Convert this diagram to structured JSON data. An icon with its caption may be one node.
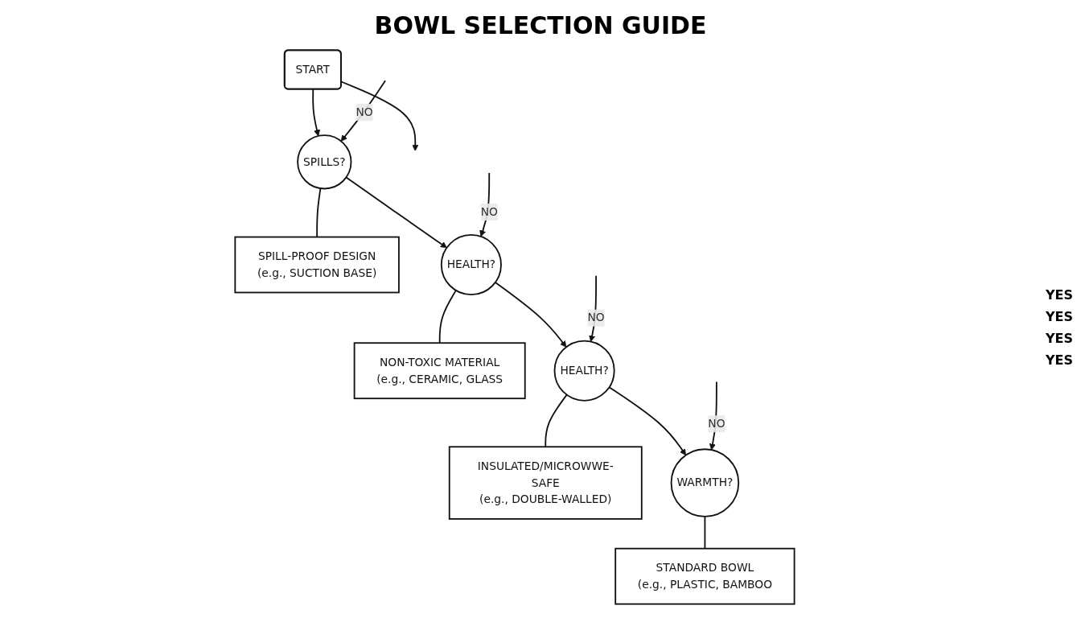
{
  "diagram": {
    "title": "BOWL SELECTION GUIDE",
    "nodes": [
      {
        "text": [
          "START"
        ]
      },
      {
        "text": [
          "SPILLS?"
        ]
      },
      {
        "text": [
          "SPILL-PROOF DESIGN",
          "(e.g., SUCTION BASE)"
        ]
      },
      {
        "text": [
          "HEALTH?"
        ]
      },
      {
        "text": [
          "NON-TOXIC MATERIAL",
          "(e.g., CERAMIC, GLASS"
        ]
      },
      {
        "text": [
          "HEALTH?"
        ]
      },
      {
        "text": [
          "INSULATED/MICROWWE-SAFE",
          "(e.g., DOUBLE-WALLED)"
        ]
      },
      {
        "text": [
          "WARMTH?"
        ]
      },
      {
        "text": [
          "STANDARD BOWL",
          "(e.g., PLASTIC, BAMBOO"
        ]
      }
    ],
    "edges": [
      {
        "from": 0,
        "to": 1,
        "arrow": "to"
      },
      {
        "from": 0,
        "to": null,
        "arrow": "to"
      },
      {
        "from": 1,
        "to": 2,
        "arrow": "none"
      },
      {
        "from": 1,
        "to": 3,
        "arrow": "to"
      },
      {
        "from": null,
        "to": 1,
        "arrow": "to",
        "label": "NO"
      },
      {
        "from": 3,
        "to": 4,
        "arrow": "none"
      },
      {
        "from": 3,
        "to": 5,
        "arrow": "to"
      },
      {
        "from": null,
        "to": 3,
        "arrow": "to",
        "label": "NO"
      },
      {
        "from": 5,
        "to": 6,
        "arrow": "none"
      },
      {
        "from": 5,
        "to": 7,
        "arrow": "to"
      },
      {
        "from": null,
        "to": 5,
        "arrow": "to",
        "label": "NO"
      },
      {
        "from": 7,
        "to": 8,
        "arrow": "none"
      },
      {
        "from": null,
        "to": 7,
        "arrow": "to",
        "label": "NO"
      }
    ],
    "labels": [
      "YES",
      "YES",
      "YES",
      "YES"
    ]
  }
}
